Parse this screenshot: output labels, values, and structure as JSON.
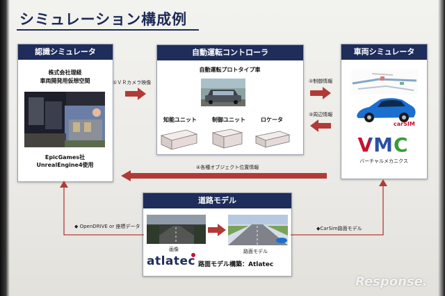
{
  "title": "シミュレーション構成例",
  "recognition": {
    "header": "認識シミュレータ",
    "company_line1": "株式会社理経",
    "company_line2": "車両開発用仮想空間",
    "engine_line1": "EpicGames社",
    "engine_line2": "UnrealEngine4使用"
  },
  "controller": {
    "header": "自動運転コントローラ",
    "subtitle": "自動運転プロトタイプ車",
    "units": [
      "知能ユニット",
      "制御ユニット",
      "ロケータ"
    ]
  },
  "vehicle": {
    "header": "車両シミュレータ",
    "carsim": "carSIM",
    "vmc": "VMC",
    "vmc_sub": "バーチャルメカニクス"
  },
  "road": {
    "header": "道路モデル",
    "image_label": "画像",
    "model_label": "路面モデル",
    "brand": "atlatec",
    "build_label": "路面モデル構築：Atlatec"
  },
  "flows": {
    "vr_camera": "①ＶＲカメラ映像",
    "control_info": "②制御情報",
    "surround_info": "③周辺情報",
    "object_pos": "④各種オブジェクト位置情報",
    "opendrive": "◆ OpenDRIVE or 座標データ",
    "carsim_road": "◆CarSim路面モデル"
  },
  "watermark": "Response.",
  "colors": {
    "navy": "#1e2d5a",
    "arrow_red": "#b23a36",
    "vmc_red": "#c8102e",
    "vmc_green": "#3a9b3a"
  }
}
